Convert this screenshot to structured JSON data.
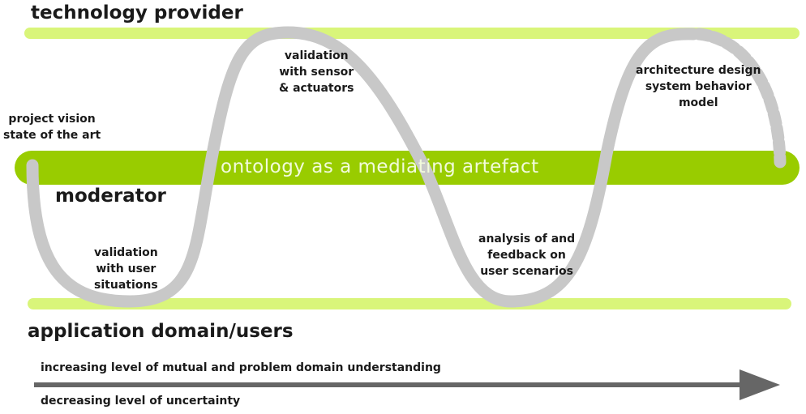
{
  "lanes": {
    "top": "technology provider",
    "middle": "moderator",
    "bottom": "application domain/users"
  },
  "band": {
    "label": "ontology as a mediating artefact"
  },
  "stages": {
    "vision": "project vision\nstate of the art",
    "user_situations": "validation\nwith user\nsituations",
    "sensor": "validation\nwith sensor\n& actuators",
    "scenarios": "analysis of and\nfeedback on\nuser scenarios",
    "architecture": "architecture design\nsystem behavior\nmodel"
  },
  "axis": {
    "understanding": "increasing level of mutual and problem domain understanding",
    "uncertainty": "decreasing level of uncertainty"
  },
  "colors": {
    "lane_line": "#d9f57a",
    "band": "#99cc00",
    "curve": "#c8c8c8",
    "arrow": "#666666",
    "band_text": "#f2fbdc"
  }
}
